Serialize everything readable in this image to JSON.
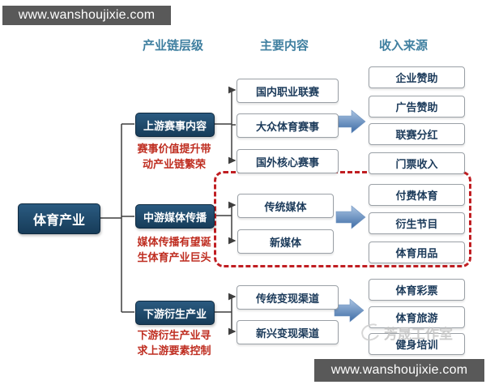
{
  "banners": {
    "top_url": "www.wanshoujixie.com",
    "bottom_url": "www.wanshoujixie.com"
  },
  "column_headers": {
    "level": "产业链层级",
    "content": "主要内容",
    "income": "收入来源"
  },
  "root": {
    "label": "体育产业"
  },
  "stages": [
    {
      "label": "上游赛事内容",
      "caption": [
        "赛事价值提升带",
        "动产业链繁荣"
      ],
      "contents": [
        "国内职业联赛",
        "大众体育赛事",
        "国外核心赛事"
      ],
      "incomes": [
        "企业赞助",
        "广告赞助",
        "联赛分红",
        "门票收入"
      ]
    },
    {
      "label": "中游媒体传播",
      "caption": [
        "媒体传播有望诞",
        "生体育产业巨头"
      ],
      "contents": [
        "传统媒体",
        "新媒体"
      ],
      "incomes": [
        "付费体育",
        "衍生节目",
        "体育用品"
      ]
    },
    {
      "label": "下游衍生产业",
      "caption": [
        "下游衍生产业寻",
        "求上游要素控制"
      ],
      "contents": [
        "传统变现渠道",
        "新兴变现渠道"
      ],
      "incomes": [
        "体育彩票",
        "体育旅游",
        "健身培训"
      ]
    }
  ],
  "watermark": {
    "text": "芳晟工作室"
  },
  "colors": {
    "banner_bg": "#595959",
    "stage_box": "#1d4566",
    "header_text": "#3f7fa0",
    "caption_text": "#bf2e21",
    "dashed_border": "#c01e22",
    "arrow_fill": "#4a76ad",
    "box_border": "#9aa0a6",
    "box_text": "#1b3a5a"
  }
}
